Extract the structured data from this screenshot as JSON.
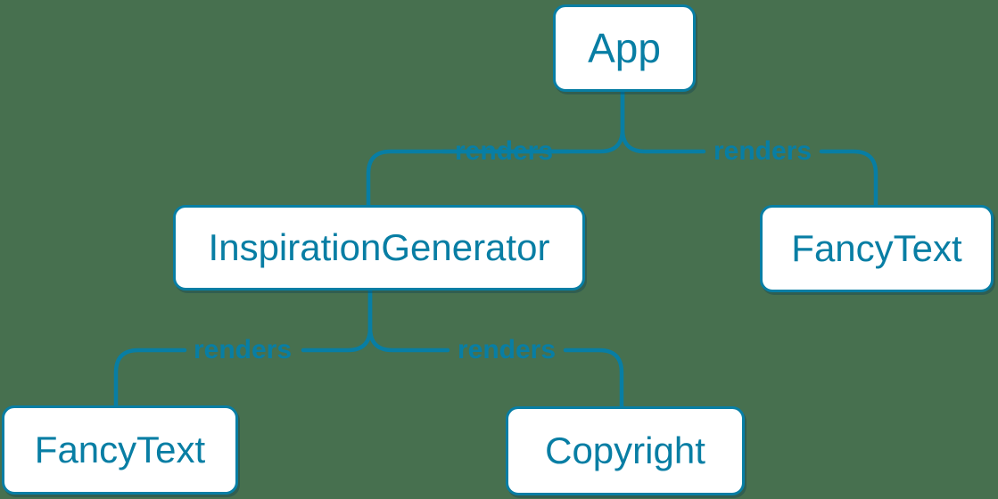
{
  "diagram": {
    "colors": {
      "background": "#47704F",
      "accent": "#087ea4",
      "node_fill": "#ffffff"
    },
    "nodes": [
      {
        "id": "app",
        "label": "App"
      },
      {
        "id": "inspiration-generator",
        "label": "InspirationGenerator"
      },
      {
        "id": "fancy-text-top",
        "label": "FancyText"
      },
      {
        "id": "fancy-text-bottom",
        "label": "FancyText"
      },
      {
        "id": "copyright",
        "label": "Copyright"
      }
    ],
    "edges": [
      {
        "from": "App",
        "to": "InspirationGenerator",
        "label": "renders"
      },
      {
        "from": "App",
        "to": "FancyText",
        "label": "renders"
      },
      {
        "from": "InspirationGenerator",
        "to": "FancyText",
        "label": "renders"
      },
      {
        "from": "InspirationGenerator",
        "to": "Copyright",
        "label": "renders"
      }
    ]
  }
}
